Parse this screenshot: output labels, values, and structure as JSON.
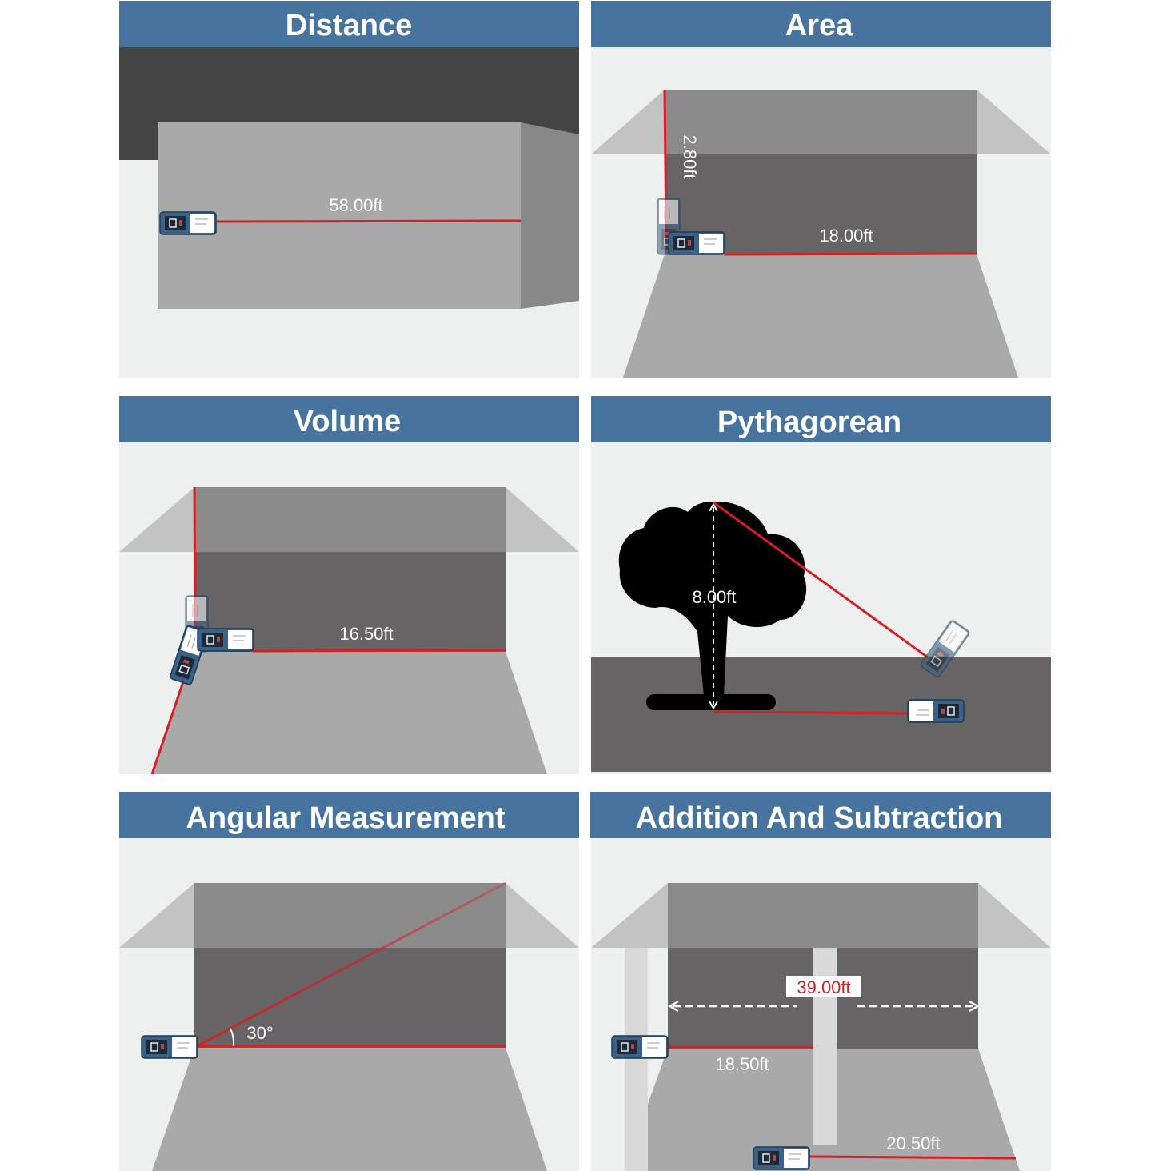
{
  "colors": {
    "header": "#46749e",
    "laser": "#d81e25",
    "background": "#eef0ef"
  },
  "panels": [
    {
      "title": "Distance",
      "label": "58.00ft"
    },
    {
      "title": "Area",
      "label_height": "2.80ft",
      "label_width": "18.00ft"
    },
    {
      "title": "Volume",
      "label": "16.50ft"
    },
    {
      "title": "Pythagorean",
      "label": "8.00ft"
    },
    {
      "title": "Angular Measurement",
      "label": "30°"
    },
    {
      "title": "Addition And Subtraction",
      "label_total": "39.00ft",
      "label_first": "18.50ft",
      "label_second": "20.50ft"
    }
  ],
  "icons": {
    "device": "laser-distance-meter-icon",
    "tree": "tree-icon"
  }
}
